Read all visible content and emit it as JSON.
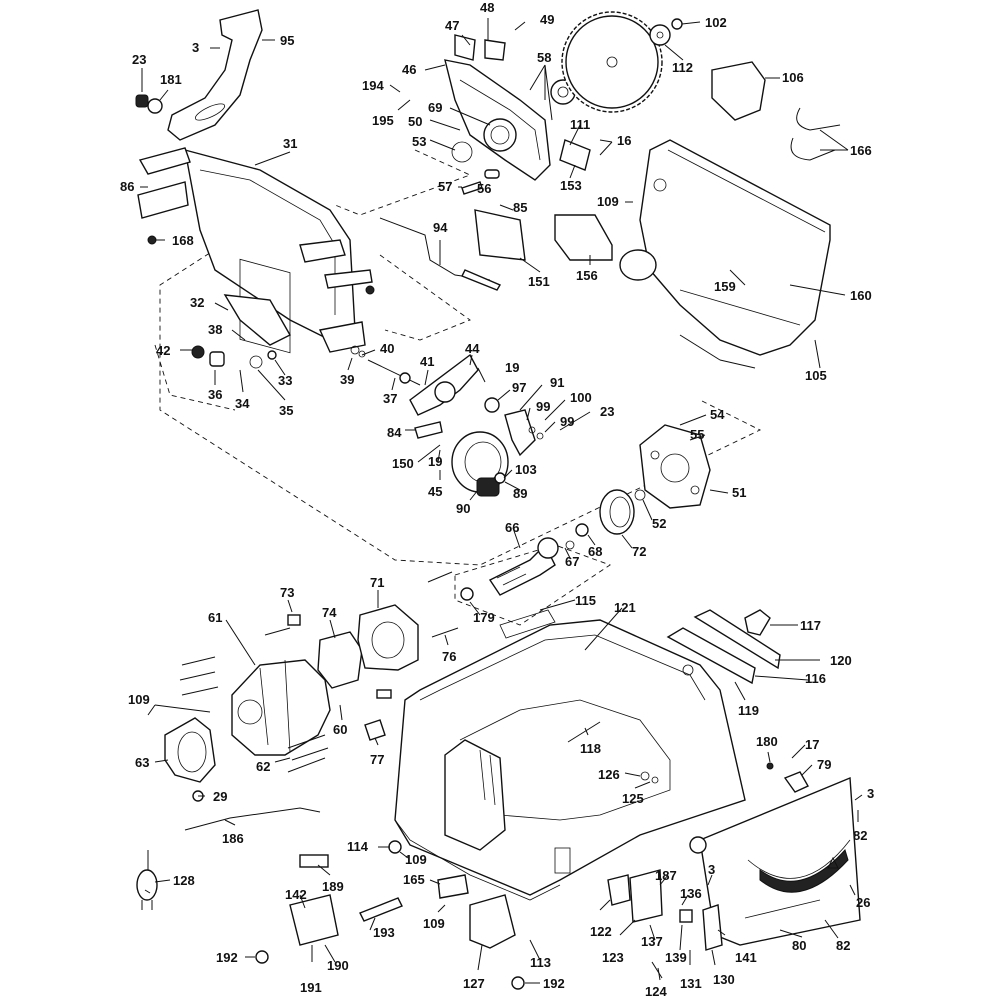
{
  "diagram": {
    "part_numbers": [
      "95",
      "3",
      "23",
      "181",
      "31",
      "86",
      "168",
      "48",
      "47",
      "49",
      "46",
      "194",
      "195",
      "50",
      "69",
      "53",
      "58",
      "57",
      "56",
      "85",
      "151",
      "111",
      "16",
      "153",
      "102",
      "112",
      "106",
      "166",
      "109",
      "156",
      "159",
      "160",
      "105",
      "94",
      "32",
      "38",
      "42",
      "36",
      "34",
      "35",
      "33",
      "39",
      "40",
      "41",
      "37",
      "44",
      "19",
      "97",
      "91",
      "99",
      "100",
      "23",
      "84",
      "150",
      "19",
      "45",
      "90",
      "103",
      "89",
      "54",
      "55",
      "51",
      "52",
      "72",
      "66",
      "67",
      "68",
      "179",
      "115",
      "121",
      "117",
      "120",
      "116",
      "119",
      "73",
      "71",
      "61",
      "74",
      "76",
      "109",
      "60",
      "77",
      "63",
      "62",
      "29",
      "186",
      "118",
      "126",
      "125",
      "180",
      "17",
      "79",
      "3",
      "82",
      "114",
      "109",
      "165",
      "189",
      "128",
      "142",
      "193",
      "109",
      "127",
      "192",
      "191",
      "190",
      "113",
      "192",
      "187",
      "136",
      "122",
      "137",
      "123",
      "139",
      "141",
      "3",
      "26",
      "82",
      "80",
      "131",
      "130",
      "124"
    ]
  }
}
